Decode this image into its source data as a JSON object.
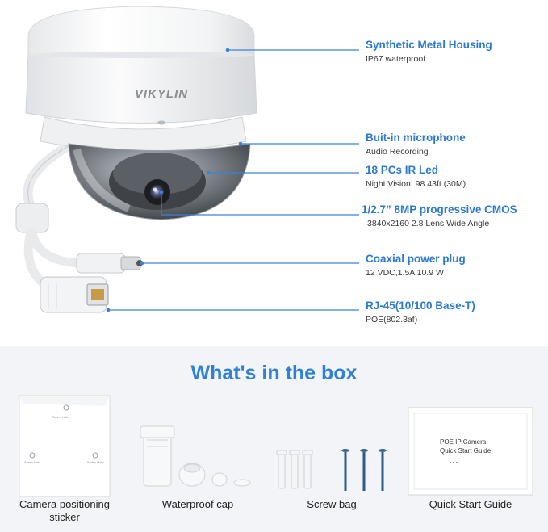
{
  "product": {
    "brand_logo": "VIKYLIN",
    "features": [
      {
        "title": "Synthetic Metal Housing",
        "subtitle": "IP67 waterproof"
      },
      {
        "title": "Buit-in microphone",
        "subtitle": "Audio Recording"
      },
      {
        "title": "18 PCs IR Led",
        "subtitle": "Night Vision: 98.43ft (30M)"
      },
      {
        "title": "1/2.7” 8MP progressive CMOS",
        "subtitle": "3840x2160 2.8 Lens Wide Angle"
      },
      {
        "title": "Coaxial power plug",
        "subtitle": "12 VDC,1.5A 10.9 W"
      },
      {
        "title": "RJ-45(10/100 Base-T)",
        "subtitle": "POE(802.3af)"
      }
    ]
  },
  "box": {
    "title": "What's in the box",
    "items": [
      {
        "label_line1": "Camera positioning",
        "label_line2": "sticker"
      },
      {
        "label_line1": "Waterproof cap",
        "label_line2": ""
      },
      {
        "label_line1": "Screw bag",
        "label_line2": ""
      },
      {
        "label_line1": "Quick Start Guide",
        "label_line2": ""
      }
    ],
    "guide_text_line1": "POE IP Camera",
    "guide_text_line2": "Quick Start Guide",
    "sticker_text": "Screw Hole"
  },
  "colors": {
    "accent": "#2d7ad1",
    "callout_line": "#3a82d8",
    "bottom_bg": "#f2f4f7"
  }
}
